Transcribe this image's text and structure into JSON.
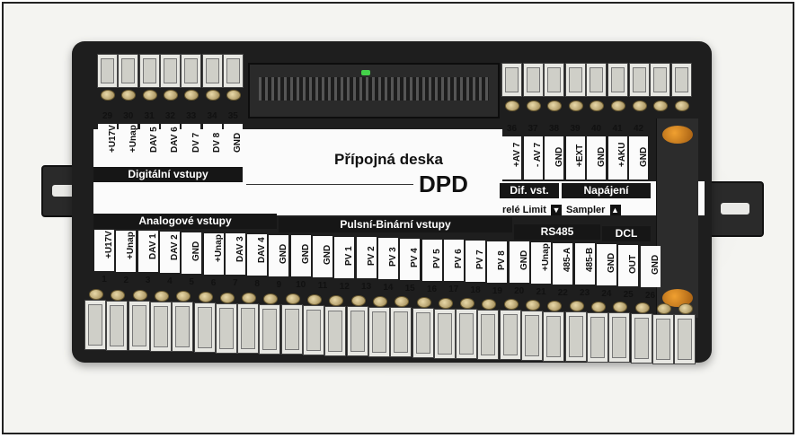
{
  "board": {
    "title": "Přípojná deska",
    "model": "DPD"
  },
  "top_left": {
    "section": "Digitální vstupy",
    "numbers": [
      "29",
      "30",
      "31",
      "32",
      "33",
      "34",
      "35"
    ],
    "labels": [
      "+U17V",
      "+Unap",
      "DAV 5",
      "DAV 6",
      "DV 7",
      "DV 8",
      "GND"
    ]
  },
  "top_right": {
    "numbers": [
      "36",
      "37",
      "38",
      "39",
      "40",
      "41",
      "42"
    ],
    "labels": [
      "+AV 7",
      "- AV 7",
      "GND",
      "+EXT",
      "GND",
      "+AKU",
      "GND"
    ],
    "section_dif": "Dif. vst.",
    "section_power": "Napájení"
  },
  "relay_line": {
    "text1": "relé Limit",
    "text2": "Sampler",
    "icon1": "triangle-down-icon",
    "icon2": "triangle-up-icon",
    "glyph1": "▼",
    "glyph2": "▲"
  },
  "bottom": {
    "section_analog": "Analogové vstupy",
    "section_pulse": "Pulsní-Binární vstupy",
    "section_rs485": "RS485",
    "section_dcl": "DCL",
    "numbers": [
      "1",
      "2",
      "3",
      "4",
      "5",
      "6",
      "7",
      "8",
      "9",
      "10",
      "11",
      "12",
      "13",
      "14",
      "15",
      "16",
      "17",
      "18",
      "19",
      "20",
      "21",
      "22",
      "23",
      "24",
      "25",
      "26"
    ],
    "labels": [
      "+U17V",
      "+Unap",
      "DAV 1",
      "DAV 2",
      "GND",
      "+Unap",
      "DAV 3",
      "DAV 4",
      "GND",
      "GND",
      "GND",
      "PV 1",
      "PV 2",
      "PV 3",
      "PV 4",
      "PV 5",
      "PV 6",
      "PV 7",
      "PV 8",
      "GND",
      "+Unap",
      "485-A",
      "485-B",
      "GND",
      "OUT",
      "GND"
    ]
  }
}
